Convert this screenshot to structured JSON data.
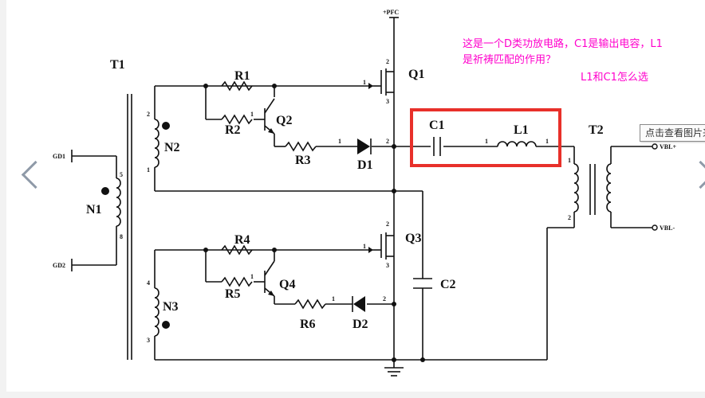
{
  "question": {
    "line1": "这是一个D类功放电路，C1是输出电容，L1",
    "line2": "是祈祷匹配的作用？",
    "line3": "L1和C1怎么选"
  },
  "tooltip": "点击查看图片来",
  "nav": {
    "prev_icon": "chevron-left-icon",
    "next_icon": "chevron-right-icon"
  },
  "highlight_color": "#e8302a",
  "note_color": "#ff00cc",
  "labels": {
    "T1": "T1",
    "T2": "T2",
    "N1": "N1",
    "N2": "N2",
    "N3": "N3",
    "Q1": "Q1",
    "Q2": "Q2",
    "Q3": "Q3",
    "Q4": "Q4",
    "R1": "R1",
    "R2": "R2",
    "R3": "R3",
    "R4": "R4",
    "R5": "R5",
    "R6": "R6",
    "D1": "D1",
    "D2": "D2",
    "C1": "C1",
    "C2": "C2",
    "L1": "L1"
  },
  "terminals": {
    "pfc": "+PFC",
    "gd1": "GD1",
    "gd2": "GD2",
    "vbl_plus": "VBL+",
    "vbl_minus": "VBL-"
  },
  "pins": {
    "one": "1",
    "two": "2",
    "three": "3",
    "four": "4",
    "five": "5",
    "eight": "8"
  }
}
